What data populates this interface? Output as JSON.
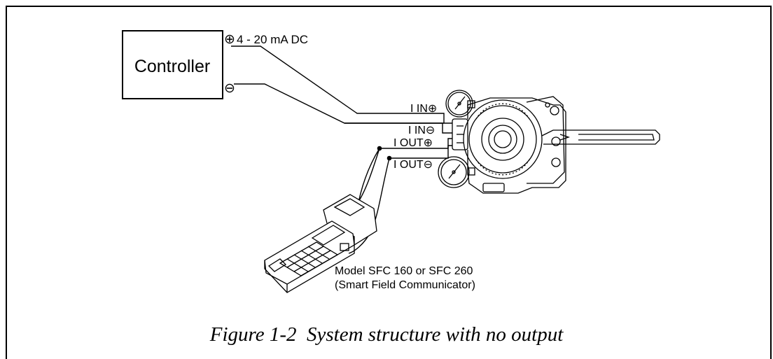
{
  "controller": {
    "label": "Controller",
    "plus_terminal": "⊕",
    "signal_label": "4 - 20 mA DC",
    "minus_terminal": "⊖"
  },
  "terminals": {
    "i_in_plus": "I IN⊕",
    "i_in_minus": "I IN⊖",
    "i_out_plus": "I OUT⊕",
    "i_out_minus": "I OUT⊖"
  },
  "communicator": {
    "label_line1": "Model SFC 160 or SFC 260",
    "label_line2": "(Smart Field Communicator)"
  },
  "caption": "Figure 1-2  System structure with no output"
}
